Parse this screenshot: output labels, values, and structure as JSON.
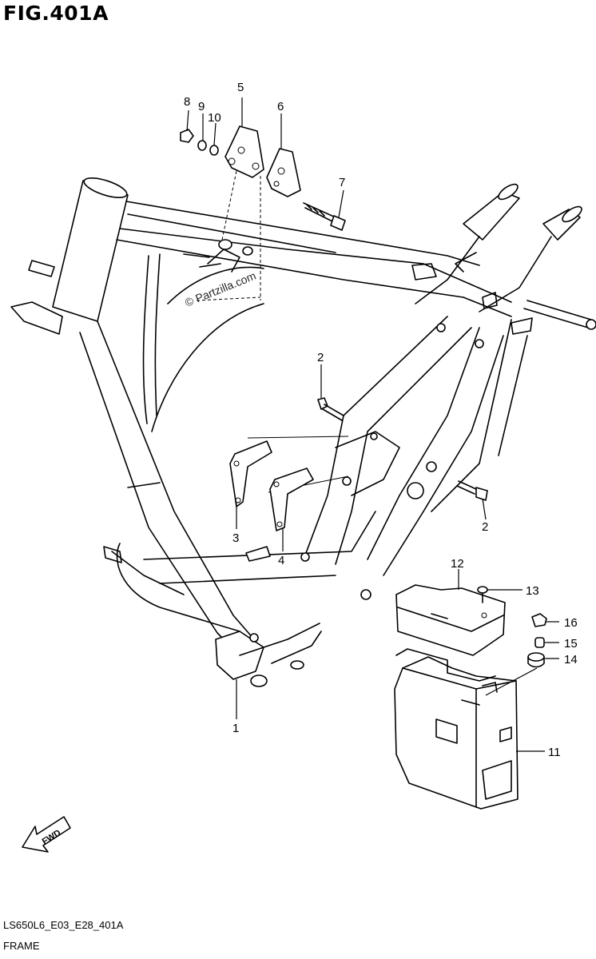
{
  "figure": {
    "title": "FIG.401A",
    "code": "LS650L6_E03_E28_401A",
    "name": "FRAME",
    "watermark": "© Partzilla.com",
    "direction_badge": "FWD"
  },
  "callouts": [
    {
      "id": "1",
      "label": "1"
    },
    {
      "id": "2a",
      "label": "2"
    },
    {
      "id": "2b",
      "label": "2"
    },
    {
      "id": "3",
      "label": "3"
    },
    {
      "id": "4",
      "label": "4"
    },
    {
      "id": "5",
      "label": "5"
    },
    {
      "id": "6",
      "label": "6"
    },
    {
      "id": "7",
      "label": "7"
    },
    {
      "id": "8",
      "label": "8"
    },
    {
      "id": "9",
      "label": "9"
    },
    {
      "id": "10",
      "label": "10"
    },
    {
      "id": "11",
      "label": "11"
    },
    {
      "id": "12",
      "label": "12"
    },
    {
      "id": "13",
      "label": "13"
    },
    {
      "id": "14",
      "label": "14"
    },
    {
      "id": "15",
      "label": "15"
    },
    {
      "id": "16",
      "label": "16"
    }
  ]
}
